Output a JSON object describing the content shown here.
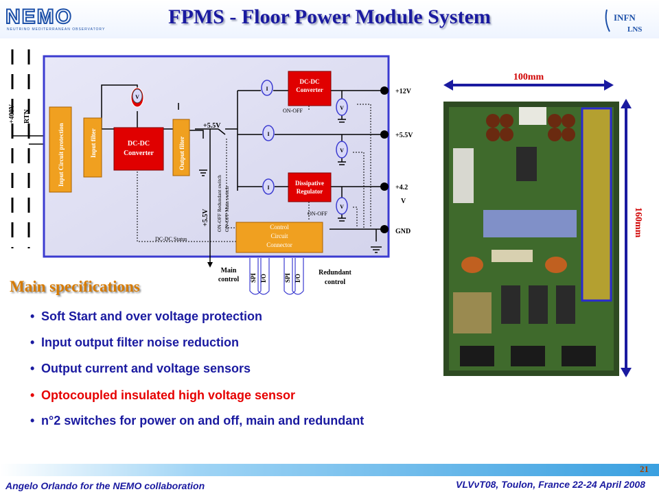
{
  "header": {
    "title": "FPMS  - Floor Power Module System",
    "logo_left": "NEMO",
    "logo_left_sub": "NEUTRINO MEDITERRANEAN OBSERVATORY",
    "logo_right_top": "INFN",
    "logo_right_bottom": "LNS"
  },
  "diagram": {
    "input_labels": [
      "+400V",
      "RTN"
    ],
    "blocks": {
      "input_protection": "Input Circuit protection",
      "input_filter": "Input filter",
      "dcdc_main_line1": "DC-DC",
      "dcdc_main_line2": "Converter",
      "output_filter": "Output filter",
      "dcdc_12v_line1": "DC-DC",
      "dcdc_12v_line2": "Converter",
      "dissipative_line1": "Dissipative",
      "dissipative_line2": "Regulator",
      "control_line1": "Control",
      "control_line2": "Circuit",
      "control_line3": "Connector"
    },
    "meters": {
      "voltage": "V",
      "current": "I"
    },
    "labels": {
      "bus_5v5_top": "+5.5V",
      "bus_5v5_vertical": "+5.5V",
      "on_off_1": "ON-OFF",
      "on_off_2": "ON-OFF",
      "switch_redundant": "ON-OFF Redundant switch",
      "switch_main": "ON-OFF Main switch",
      "dcdc_status": "DC-DC Status",
      "main_control_line1": "Main",
      "main_control_line2": "control",
      "redundant_control_line1": "Redundant",
      "redundant_control_line2": "control",
      "spi_1": "SPI",
      "io_1": "I/O",
      "spi_2": "SPI",
      "io_2": "I/O"
    },
    "outputs": [
      "+12V",
      "+5.5V",
      "+4.2",
      "V",
      "GND"
    ]
  },
  "photo": {
    "width_label": "100mm",
    "height_label": "160mm"
  },
  "specifications": {
    "heading": "Main specifications",
    "items": [
      "Soft Start and over voltage protection",
      "Input output filter noise reduction",
      "Output current and voltage sensors",
      "Optocoupled insulated high voltage sensor",
      "n°2 switches for power on and off, main and redundant"
    ]
  },
  "footer": {
    "page": "21",
    "author": "Angelo Orlando for the NEMO collaboration",
    "conference": "VLVνT08, Toulon, France 22-24 April 2008"
  }
}
